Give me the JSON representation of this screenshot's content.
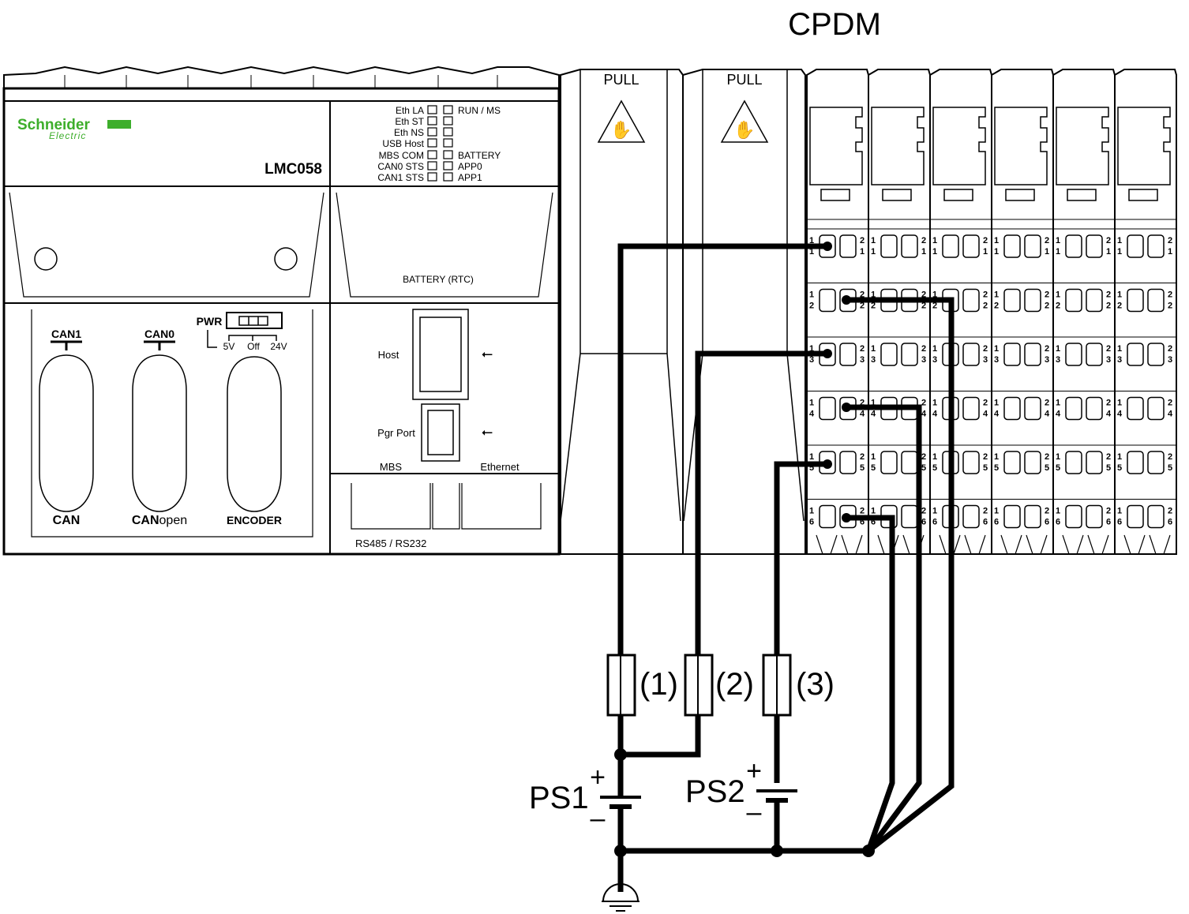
{
  "title": "CPDM",
  "controller": {
    "brand_line1": "Schneider",
    "brand_line2": "Electric",
    "model": "LMC058",
    "leds_left": [
      "Eth LA",
      "Eth ST",
      "Eth NS",
      "USB Host",
      "MBS COM",
      "CAN0 STS",
      "CAN1 STS"
    ],
    "leds_right": [
      "RUN / MS",
      "",
      "",
      "",
      "BATTERY",
      "APP0",
      "APP1"
    ],
    "battery_label": "BATTERY (RTC)",
    "connectors": {
      "can1": "CAN1",
      "can0": "CAN0",
      "can_logo": "CAN",
      "canopen_logo_bold": "CAN",
      "canopen_logo_light": "open",
      "encoder": "ENCODER",
      "pwr": "PWR",
      "pwr_5v": "5V",
      "pwr_off": "Off",
      "pwr_24v": "24V"
    },
    "usb": {
      "host": "Host",
      "pgr_port": "Pgr Port",
      "mbs": "MBS",
      "ethernet": "Ethernet",
      "serial": "RS485 / RS232"
    }
  },
  "pull_modules": [
    {
      "label": "PULL"
    },
    {
      "label": "PULL"
    }
  ],
  "terminal_rows": [
    {
      "left": "1",
      "right": "2",
      "row": "1"
    },
    {
      "left": "1",
      "right": "2",
      "row": "2"
    },
    {
      "left": "1",
      "right": "2",
      "row": "3"
    },
    {
      "left": "1",
      "right": "2",
      "row": "4"
    },
    {
      "left": "1",
      "right": "2",
      "row": "5"
    },
    {
      "left": "1",
      "right": "2",
      "row": "6"
    }
  ],
  "fuses": [
    {
      "label": "(1)"
    },
    {
      "label": "(2)"
    },
    {
      "label": "(3)"
    }
  ],
  "power_supplies": [
    {
      "label": "PS1",
      "plus": "+",
      "minus": "–"
    },
    {
      "label": "PS2",
      "plus": "+",
      "minus": "–"
    }
  ]
}
